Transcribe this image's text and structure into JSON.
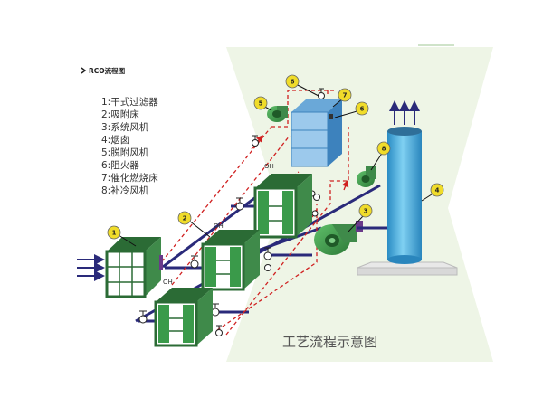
{
  "header": {
    "title": "RCO流程图",
    "logo_text": ""
  },
  "legend": {
    "items": [
      "1:干式过滤器",
      "2:吸附床",
      "3:系统风机",
      "4:烟囱",
      "5:脱附风机",
      "6:阻火器",
      "7:催化燃烧床",
      "8:补冷风机"
    ]
  },
  "caption": "工艺流程示意图",
  "callouts": {
    "c1": "1",
    "c2": "2",
    "c3": "3",
    "c4": "4",
    "c5": "5",
    "c6a": "6",
    "c6b": "6",
    "c7": "7",
    "c8": "8"
  },
  "pipe_labels": {
    "oh1": "OH",
    "oh2": "OH",
    "oh3": "OH"
  },
  "colors": {
    "equipment_green": "#3a9a4a",
    "equipment_dark": "#2b6b35",
    "pipe_red": "#d02020",
    "pipe_navy": "#2a2a7a",
    "callout_yellow": "#f0dc2a",
    "chimney_blue": "#4fb0e0",
    "background_green": "#eef5e6"
  }
}
